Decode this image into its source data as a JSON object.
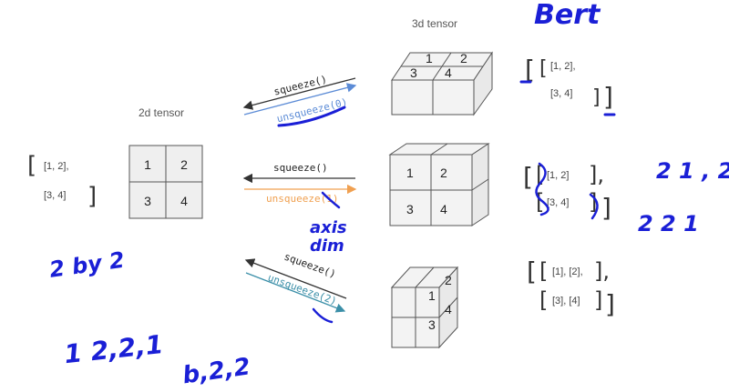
{
  "labels": {
    "tensor2d": "2d tensor",
    "tensor3d": "3d tensor"
  },
  "ops": {
    "row1": {
      "squeeze": "squeeze()",
      "unsqueeze": "unsqueeze(0)"
    },
    "row2": {
      "squeeze": "squeeze()",
      "unsqueeze": "unsqueeze(1)"
    },
    "row3": {
      "squeeze": "squeeze()",
      "unsqueeze": "unsqueeze(2)"
    }
  },
  "colors": {
    "arrow_dark": "#333333",
    "unsqueeze0": "#5b8bd6",
    "unsqueeze1": "#f0a050",
    "unsqueeze2": "#3b8fa8",
    "ink": "#1a1fd6"
  },
  "grid2d": {
    "cells": [
      "1",
      "2",
      "3",
      "4"
    ]
  },
  "matrix2d": {
    "open": "[",
    "row1": "[1,    2],",
    "row2": "[3,    4]",
    "close": "]"
  },
  "cube1": {
    "top": [
      "1",
      "2",
      "3",
      "4"
    ]
  },
  "cube2": {
    "front": [
      "1",
      "2",
      "3",
      "4"
    ]
  },
  "cube3": {
    "side": [
      "1",
      "2",
      "3",
      "4"
    ]
  },
  "matrices3d": {
    "m1": {
      "open": "[",
      "inner_open": "[",
      "row1": "[1,    2],",
      "row2": "[3,    4]",
      "inner_close": "]",
      "close": "]"
    },
    "m2": {
      "outer_open": "[",
      "row1_open": "[",
      "row1": "[1,    2]",
      "row1_close": "],",
      "row2_open": "[",
      "row2": "[3,    4]",
      "row2_close": "]",
      "close": "]"
    },
    "m3": {
      "outer_open": "[",
      "row1_open": "[",
      "row1": "[1],  [2],",
      "row1_close": "],",
      "row2_open": "[",
      "row2": "[3],  [4]",
      "row2_close": "]",
      "close": "]"
    }
  },
  "handwriting": {
    "bert": "Bert",
    "axis": "axis",
    "dim": "dim",
    "two_by_two": "2 by 2",
    "dims_1_2_2_1": "1  2,2,1",
    "dims_b22": "b,2,2",
    "dims_212": "2 1 , 2",
    "dims_221": "2 2 1"
  }
}
